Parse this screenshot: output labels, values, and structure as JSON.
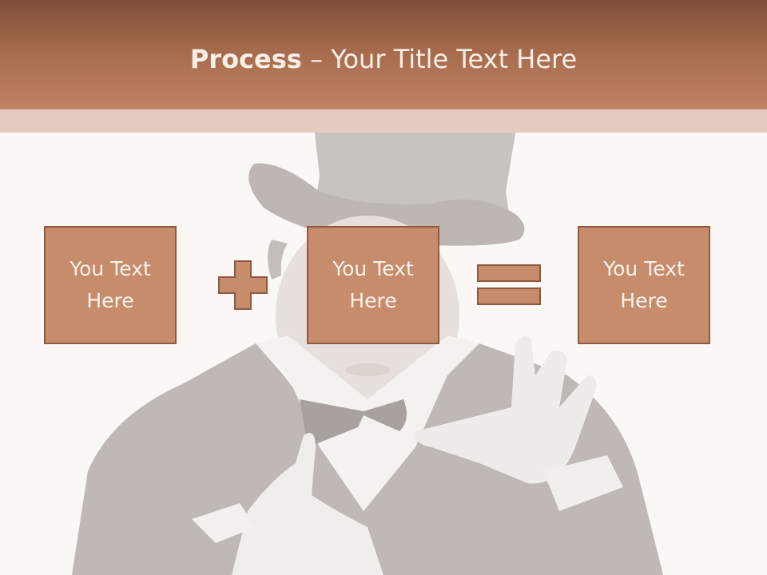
{
  "slide": {
    "title_bold": "Process",
    "title_separator": " – ",
    "title_rest": "Your Title Text Here",
    "boxes": [
      {
        "text": "You Text Here"
      },
      {
        "text": "You Text Here"
      },
      {
        "text": "You Text Here"
      }
    ],
    "operators": [
      "plus",
      "equals"
    ]
  },
  "colors": {
    "header_dark": "#7d4f38",
    "header_light": "#c08464",
    "box_fill": "#c68c6c",
    "box_border": "#8f5a40",
    "text_light": "#fdf3ec"
  }
}
